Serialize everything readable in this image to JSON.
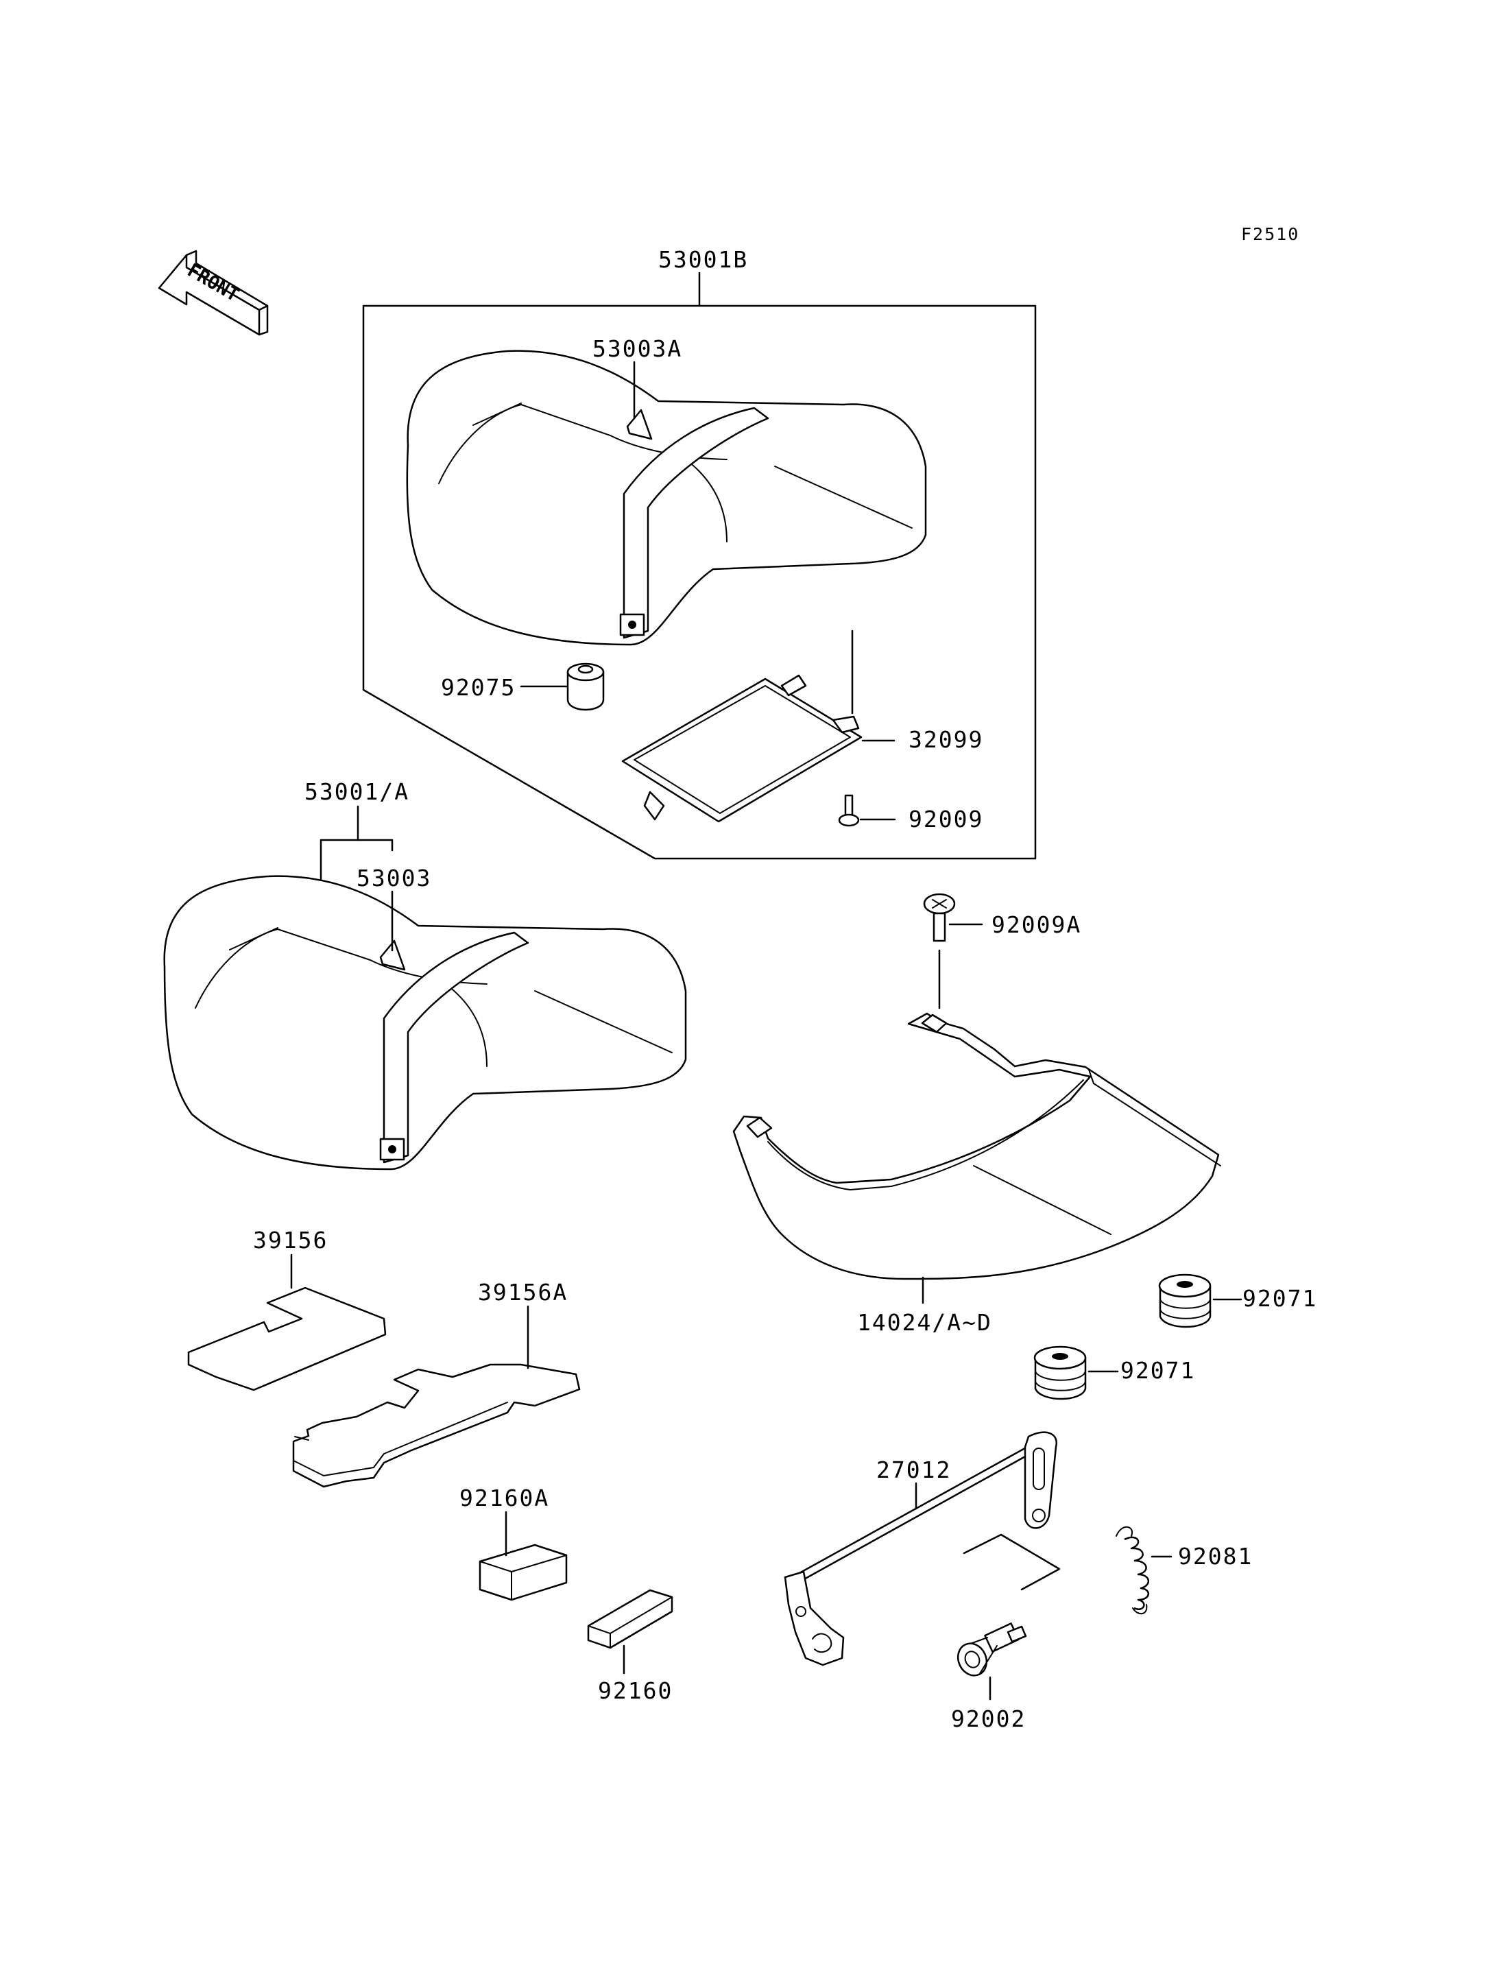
{
  "figure_code": "F2510",
  "front_marker": "FRONT",
  "labels": {
    "seat_assy_b": "53001B",
    "emblem_a": "53003A",
    "damper_92075": "92075",
    "plate_32099": "32099",
    "screw_92009": "92009",
    "seat_assy": "53001/A",
    "emblem": "53003",
    "screw_92009a": "92009A",
    "cover_14024": "14024/A~D",
    "pad_39156": "39156",
    "pad_39156a": "39156A",
    "damper_92071_upper": "92071",
    "damper_92071_lower": "92071",
    "pad_92160a": "92160A",
    "pad_92160": "92160",
    "bracket_27012": "27012",
    "spring_92081": "92081",
    "bolt_92002": "92002"
  }
}
